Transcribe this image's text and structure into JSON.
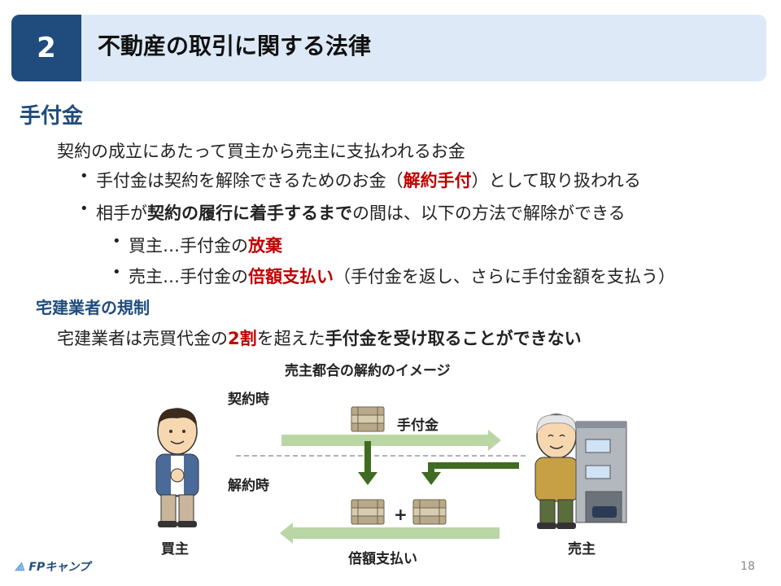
{
  "header": {
    "number": "2",
    "title": "不動産の取引に関する法律"
  },
  "section": {
    "title": "手付金",
    "intro": "契約の成立にあたって買主から売主に支払われるお金",
    "bullet1": {
      "pre": "手付金は契約を解除できるためのお金（",
      "em": "解約手付",
      "post": "）として取り扱われる"
    },
    "bullet2": {
      "pre": "相手が",
      "em": "契約の履行に着手するまで",
      "post": "の間は、以下の方法で解除ができる"
    },
    "sub1": {
      "pre": "買主…手付金の",
      "em": "放棄"
    },
    "sub2": {
      "pre": "売主…手付金の",
      "em": "倍額支払い",
      "post": "（手付金を返し、さらに手付金額を支払う）"
    }
  },
  "regulation": {
    "title": "宅建業者の規制",
    "pre": "宅建業者は売買代金の",
    "em": "2割",
    "mid": "を超えた",
    "bold": "手付金を受け取ることができない"
  },
  "diagram": {
    "title": "売主都合の解約のイメージ",
    "contract_time": "契約時",
    "cancel_time": "解約時",
    "deposit": "手付金",
    "plus": "+",
    "double_payment": "倍額支払い",
    "buyer": "買主",
    "seller": "売主"
  },
  "footer": {
    "logo": "FPキャンプ",
    "page": "18"
  }
}
